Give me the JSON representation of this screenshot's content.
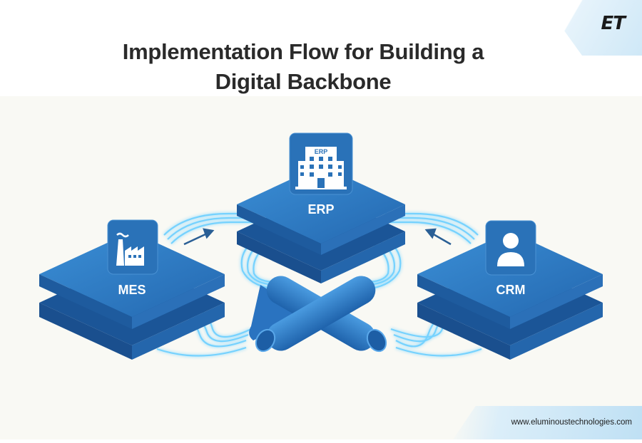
{
  "header": {
    "logo": "ET",
    "title_line1": "Implementation Flow for Building a",
    "title_line2": "Digital Backbone"
  },
  "diagram": {
    "nodes": [
      {
        "id": "erp",
        "label": "ERP",
        "icon": "office-building-icon",
        "icon_badge": "ERP"
      },
      {
        "id": "mes",
        "label": "MES",
        "icon": "factory-icon"
      },
      {
        "id": "crm",
        "label": "CRM",
        "icon": "user-icon"
      }
    ],
    "connector": "cross-pipe-hub",
    "flows": [
      {
        "from": "MES",
        "to": "ERP",
        "arrow": "up-right"
      },
      {
        "from": "CRM",
        "to": "ERP",
        "arrow": "up-left"
      }
    ],
    "colors": {
      "platform_top": "#2f7fc8",
      "platform_side": "#1f5fa5",
      "icon_tile": "#2a72b8",
      "cable_glow": "#5cc8ff",
      "pipe": "#2e7fd0",
      "background": "#f9f9f4"
    }
  },
  "footer": {
    "url": "www.eluminoustechnologies.com"
  }
}
